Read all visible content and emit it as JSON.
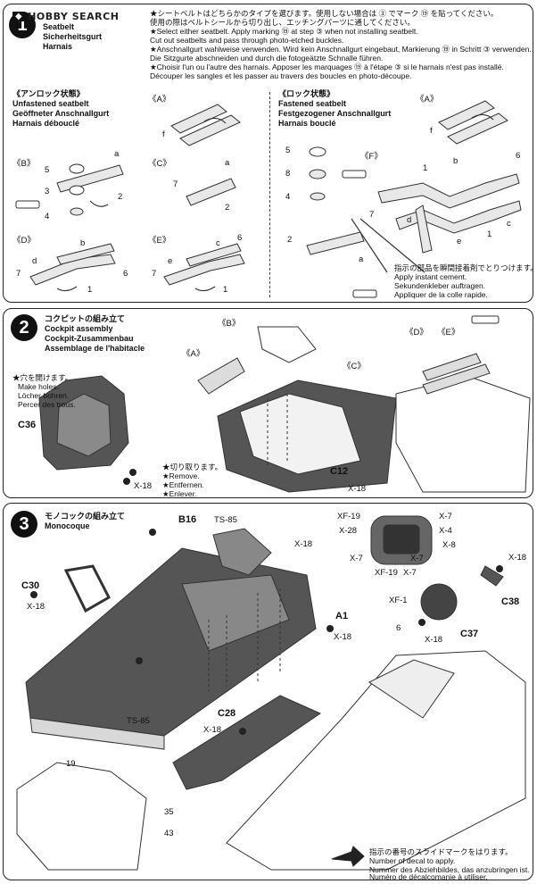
{
  "logo": {
    "text": "HOBBY SEARCH",
    "mark": "◆"
  },
  "step1": {
    "number": "1",
    "title": [
      "シートベルト",
      "Seatbelt",
      "Sicherheitsgurt",
      "Harnais"
    ],
    "notes": [
      "★シートベルトはどちらかのタイプを選びます。使用しない場合は ③ でマーク ⑲ を貼ってください。",
      "使用の際はベルトシールから切り出し、エッチングパーツに通してください。",
      "★Select either seatbelt. Apply marking ⑲ at step ③ when not installing seatbelt.",
      "Cut out seatbelts and pass through photo-etched buckles.",
      "★Anschnallgurt wahlweise verwenden. Wird kein Anschnallgurt eingebaut, Markierung ⑲ in Schritt ③ verwenden.",
      "Die Sitzgurte abschneiden und durch die fotogeätzte Schnalle führen.",
      "★Choisir l'un ou l'autre des harnais. Apposer les marquages ⑲ à l'étape ③ si le harnais n'est pas installé.",
      "Découper les sangles et les passer au travers des boucles en photo-découpe."
    ],
    "unfastened": [
      "《アンロック状態》",
      "Unfastened seatbelt",
      "Geöffneter Anschnallgurt",
      "Harnais débouclé"
    ],
    "fastened": [
      "《ロック状態》",
      "Fastened seatbelt",
      "Festgezogener Anschnallgurt",
      "Harnais bouclé"
    ],
    "cement_note": [
      "指示の部品を瞬間接着剤でとりつけます。",
      "Apply instant cement.",
      "Sekundenkleber auftragen.",
      "Appliquer de la colle rapide."
    ],
    "labels": {
      "A": "《A》",
      "B": "《B》",
      "C": "《C》",
      "D": "《D》",
      "E": "《E》",
      "F": "《F》"
    },
    "parts": {
      "a": "a",
      "b": "b",
      "c": "c",
      "d": "d",
      "e": "e",
      "f": "f",
      "n1": "1",
      "n2": "2",
      "n3": "3",
      "n4": "4",
      "n5": "5",
      "n6": "6",
      "n7": "7",
      "n8": "8"
    }
  },
  "step2": {
    "number": "2",
    "title": [
      "コクピットの組み立て",
      "Cockpit assembly",
      "Cockpit-Zusammenbau",
      "Assemblage de l'habitacle"
    ],
    "holes": [
      "★穴を開けます。",
      "Make holes.",
      "Löcher bohren.",
      "Percer des trous."
    ],
    "remove": [
      "★切り取ります。",
      "★Remove.",
      "★Entfernen.",
      "★Enlever."
    ],
    "parts": {
      "c36": "C36",
      "c12": "C12",
      "x18a": "X-18",
      "x18b": "X-18"
    },
    "labels": {
      "A": "《A》",
      "B": "《B》",
      "C": "《C》",
      "D": "《D》",
      "E": "《E》"
    }
  },
  "step3": {
    "number": "3",
    "title": [
      "モノコックの組み立て",
      "Monocoque"
    ],
    "parts": {
      "b16": "B16",
      "ts85a": "TS-85",
      "ts85b": "TS-85",
      "x18": "X-18",
      "c30": "C30",
      "x18c30": "X-18",
      "a1": "A1",
      "x18a1": "X-18",
      "xf19": "XF-19",
      "x7a": "X-7",
      "x28": "X-28",
      "x4": "X-4",
      "x8": "X-8",
      "x7b": "X-7",
      "xf19b": "XF-19",
      "x7c": "X-7",
      "x7d": "X-7",
      "x18c38": "X-18",
      "c38": "C38",
      "xf1": "XF-1",
      "d6": "6",
      "x18c37": "X-18",
      "c37": "C37",
      "c28": "C28",
      "x18c28": "X-18",
      "d19": "19",
      "d35": "35",
      "d43": "43"
    },
    "decal_note": [
      "指示の番号のスライドマークをはります。",
      "Number of decal to apply.",
      "Nummer des Abziehbildes, das anzubringen ist.",
      "Numéro de décalcomanie à utiliser."
    ]
  }
}
